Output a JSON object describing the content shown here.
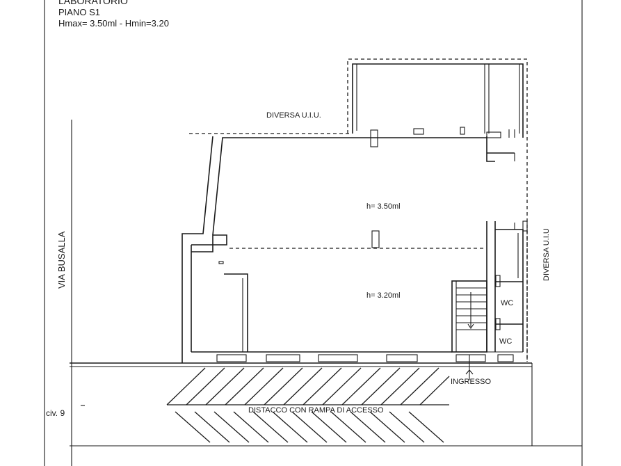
{
  "header": {
    "title": "LABORATORIO",
    "floor": "PIANO S1",
    "heights": "Hmax= 3.50ml - Hmin=3.20"
  },
  "labels": {
    "neighbor_top": "DIVERSA U.I.U.",
    "neighbor_right": "DIVERSA U.I.U",
    "street": "VIA BUSALLA",
    "height_upper": "h= 3.50ml",
    "height_lower": "h= 3.20ml",
    "wc_upper": "WC",
    "wc_lower": "WC",
    "entrance": "INGRESSO",
    "civic": "civ. 9",
    "ramp": "DISTACCO CON RAMPA DI ACCESSO"
  }
}
